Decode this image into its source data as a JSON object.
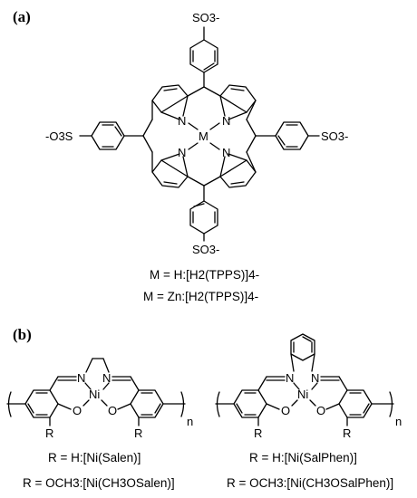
{
  "panel_a": {
    "label": "(a)",
    "sulfonate_top": "SO3-",
    "sulfonate_bottom": "SO3-",
    "sulfonate_left": "-O3S",
    "sulfonate_right": "SO3-",
    "metal": "M",
    "nitrogen": "N",
    "caption_1": "M = H:[H2(TPPS)]4-",
    "caption_2": "M = Zn:[H2(TPPS)]4-"
  },
  "panel_b": {
    "label": "(b)",
    "metal": "Ni",
    "nitrogen": "N",
    "oxygen": "O",
    "substituent": "R",
    "repeat": "n",
    "left": {
      "caption_1": "R = H:[Ni(Salen)]",
      "caption_2": "R = OCH3:[Ni(CH3OSalen)]"
    },
    "right": {
      "caption_1": "R = H:[Ni(SalPhen)]",
      "caption_2": "R = OCH3:[Ni(CH3OSalPhen)]"
    }
  }
}
